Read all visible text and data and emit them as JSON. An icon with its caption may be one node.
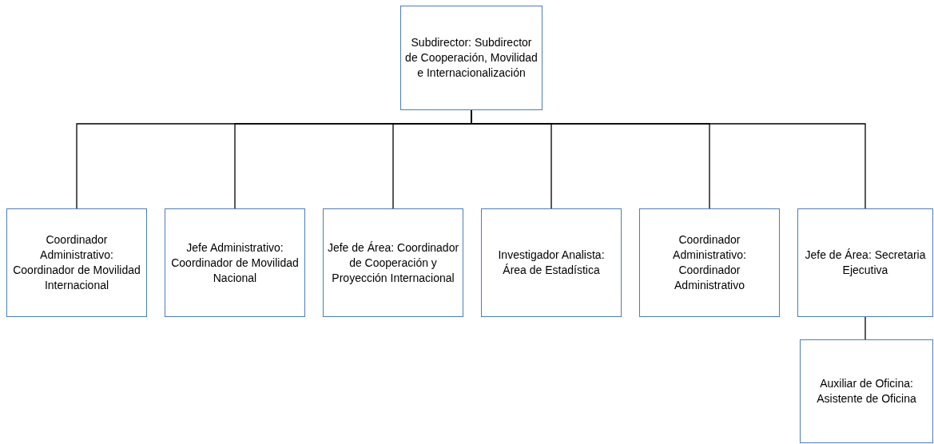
{
  "diagram": {
    "nodes": [
      {
        "text": [
          "Subdirector: Subdirector de Cooperación, Movilidad e Internacionalización"
        ]
      },
      {
        "text": [
          "Coordinador Administrativo: Coordinador de Movilidad Internacional"
        ]
      },
      {
        "text": [
          "Jefe Administrativo: Coordinador de Movilidad Nacional"
        ]
      },
      {
        "text": [
          "Jefe de Área: Coordinador de Cooperación y Proyección Internacional"
        ]
      },
      {
        "text": [
          "Investigador Analista: Área de Estadística"
        ]
      },
      {
        "text": [
          "Coordinador Administrativo: Coordinador Administrativo"
        ]
      },
      {
        "text": [
          "Jefe de Área: Secretaria Ejecutiva"
        ]
      },
      {
        "text": [
          "Auxiliar de Oficina: Asistente de Oficina"
        ]
      }
    ],
    "edges": [
      {
        "from": 0,
        "to": 1,
        "arrow": "none"
      },
      {
        "from": 0,
        "to": 2,
        "arrow": "none"
      },
      {
        "from": 0,
        "to": 3,
        "arrow": "none"
      },
      {
        "from": 0,
        "to": 4,
        "arrow": "none"
      },
      {
        "from": 0,
        "to": 5,
        "arrow": "none"
      },
      {
        "from": 0,
        "to": 6,
        "arrow": "none"
      },
      {
        "from": 6,
        "to": 7,
        "arrow": "none"
      }
    ]
  }
}
